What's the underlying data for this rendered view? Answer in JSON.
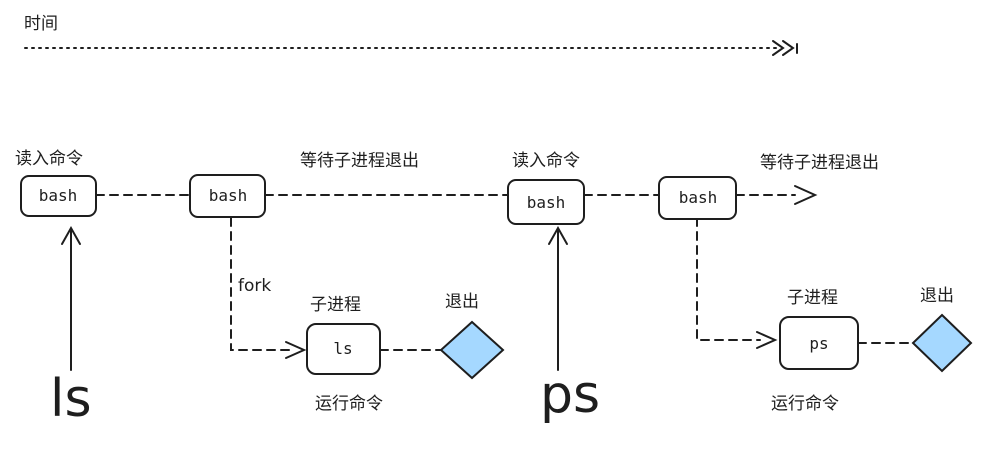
{
  "time_label": "时间",
  "nodes": {
    "bash1": "bash",
    "bash2": "bash",
    "bash3": "bash",
    "bash4": "bash",
    "child_ls": "ls",
    "child_ps": "ps"
  },
  "labels": {
    "read_cmd_1": "读入命令",
    "wait_child_1": "等待子进程退出",
    "read_cmd_2": "读入命令",
    "wait_child_2": "等待子进程退出",
    "fork": "fork",
    "child_proc_1": "子进程",
    "child_proc_2": "子进程",
    "exit_1": "退出",
    "exit_2": "退出",
    "run_cmd_1": "运行命令",
    "run_cmd_2": "运行命令"
  },
  "inputs": {
    "input_ls": "ls",
    "input_ps": "ps"
  },
  "colors": {
    "stroke": "#1e1e1e",
    "exit_fill": "#a5d8ff"
  }
}
